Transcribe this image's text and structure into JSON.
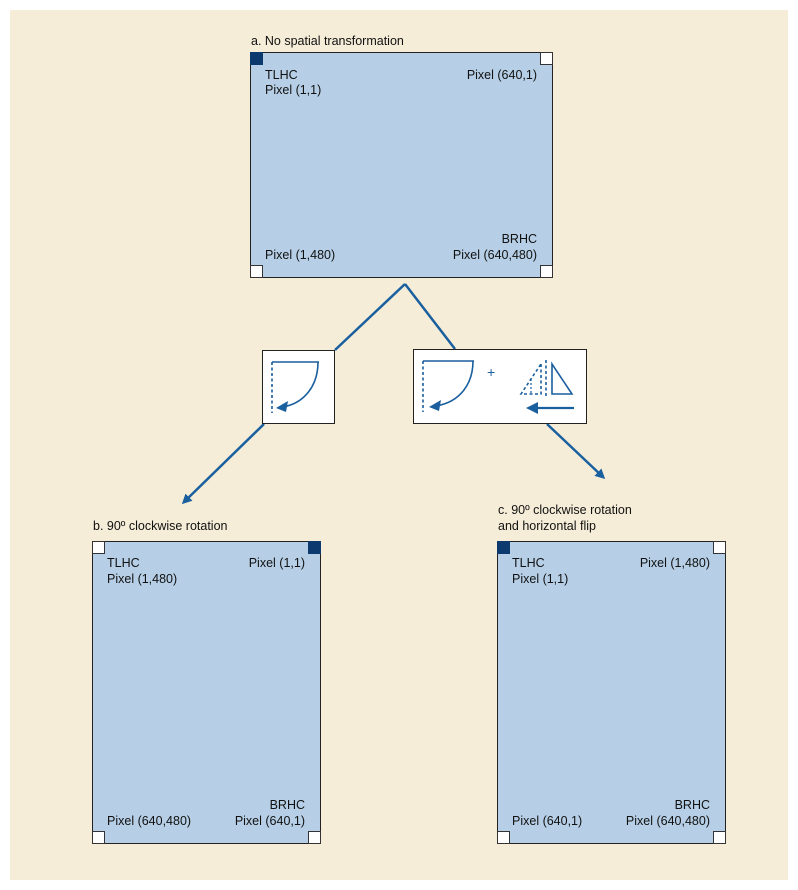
{
  "panels": {
    "a": {
      "title": "a. No spatial transformation",
      "tl_line1": "TLHC",
      "tl_line2": "Pixel (1,1)",
      "tr": "Pixel (640,1)",
      "bl": "Pixel (1,480)",
      "br_line1": "BRHC",
      "br_line2": "Pixel (640,480)"
    },
    "b": {
      "title": "b. 90º clockwise rotation",
      "tl_line1": "TLHC",
      "tl_line2": "Pixel (1,480)",
      "tr": "Pixel (1,1)",
      "bl": "Pixel (640,480)",
      "br_line1": "BRHC",
      "br_line2": "Pixel (640,1)"
    },
    "c": {
      "title_line1": "c. 90º clockwise rotation",
      "title_line2": "and horizontal flip",
      "tl_line1": "TLHC",
      "tl_line2": "Pixel (1,1)",
      "tr": "Pixel (1,480)",
      "bl": "Pixel (640,1)",
      "br_line1": "BRHC",
      "br_line2": "Pixel (640,480)"
    }
  },
  "operators": {
    "plus": "+"
  },
  "colors": {
    "background": "#f5edd8",
    "panel_fill": "#b6cfe6",
    "arrow": "#1a5f9e",
    "dark_marker": "#0d3a6e"
  },
  "icons": [
    "rotate-clockwise-icon",
    "horizontal-flip-icon"
  ]
}
